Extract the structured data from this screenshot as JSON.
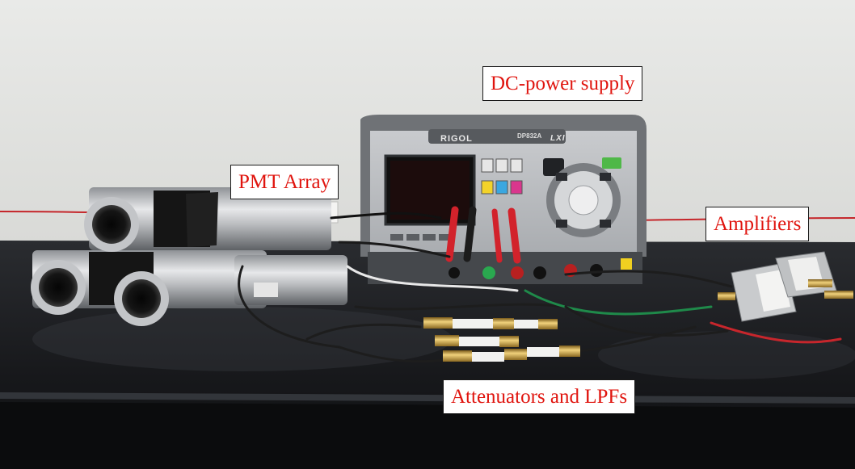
{
  "labels": {
    "power_supply": "DC-power supply",
    "pmt_array": "PMT Array",
    "amplifiers": "Amplifiers",
    "attenuators": "Attenuators and LPFs"
  },
  "device": {
    "brand": "RIGOL",
    "model": "DP832A",
    "badge": "LXI"
  },
  "colors": {
    "label_text": "#e0140e",
    "wall": "#ececea",
    "table": "#1d1f22"
  }
}
